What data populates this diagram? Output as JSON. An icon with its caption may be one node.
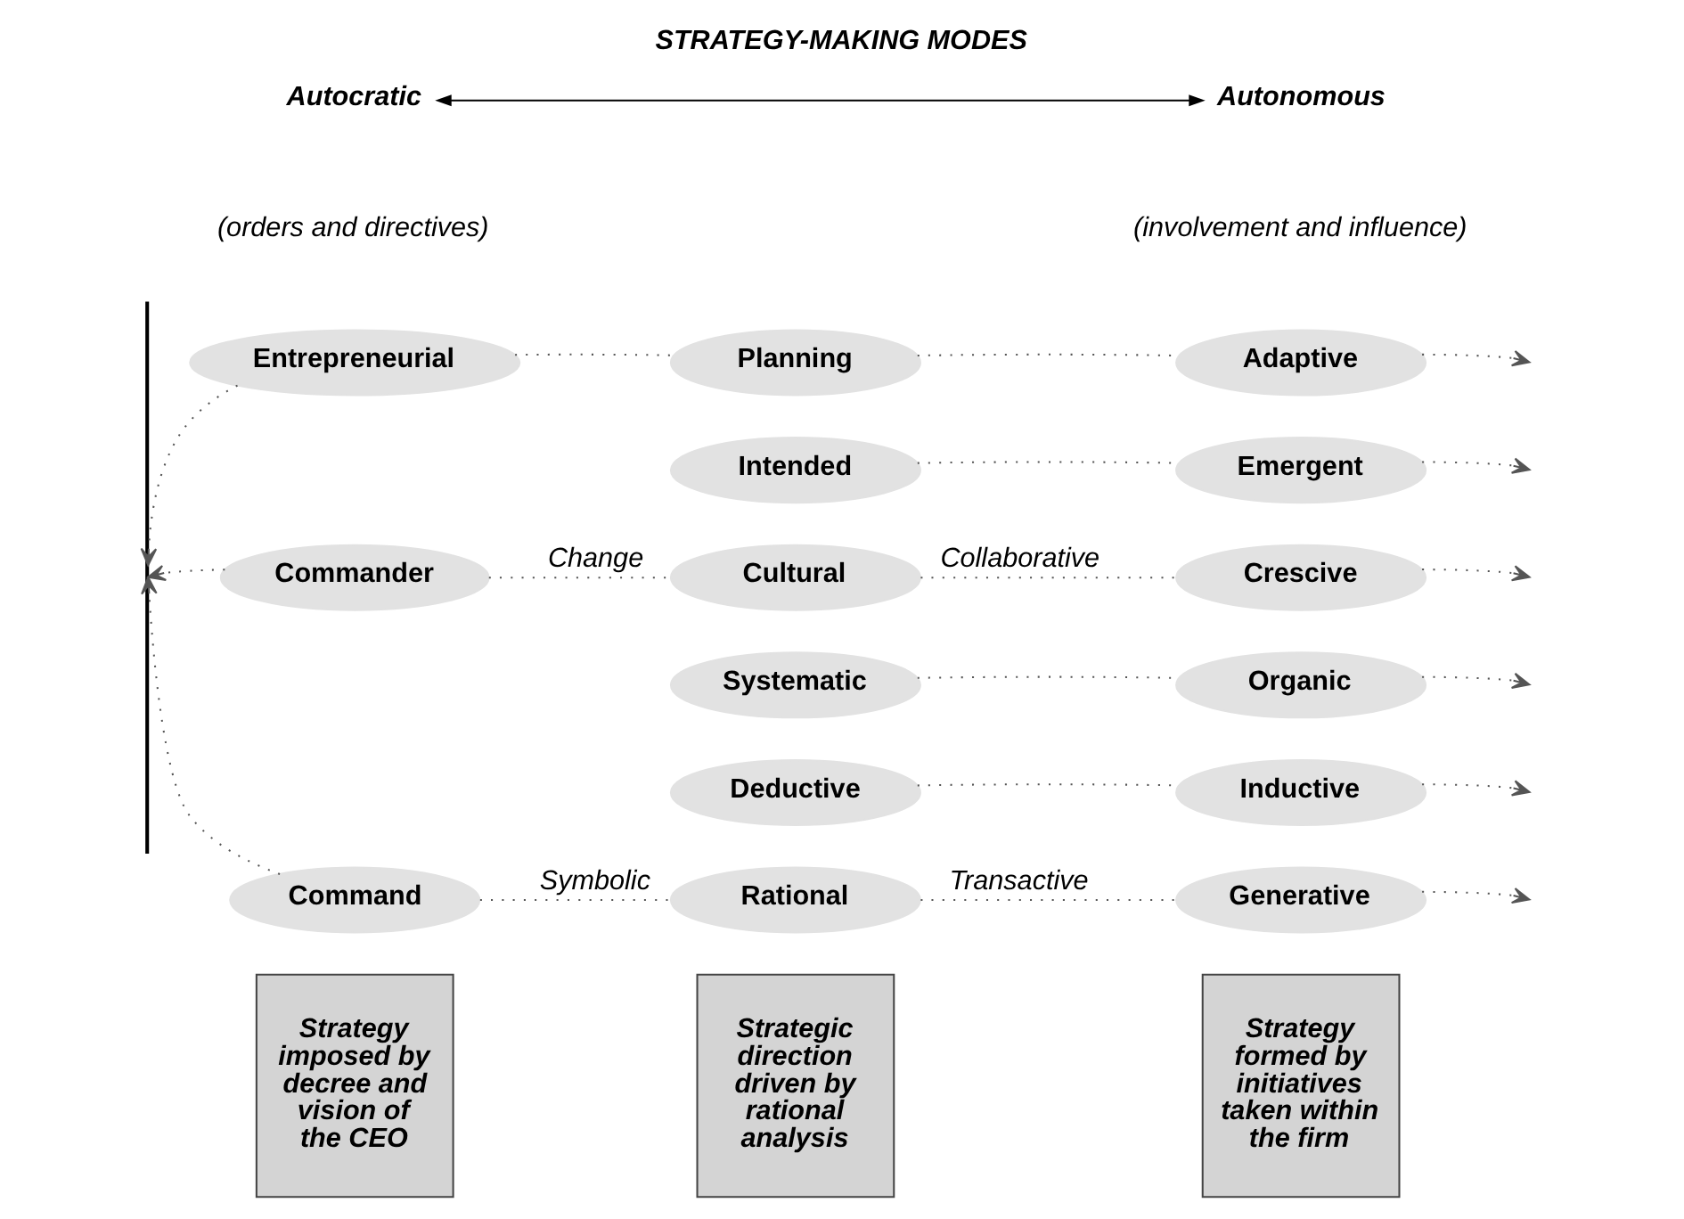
{
  "diagram": {
    "title": "STRATEGY-MAKING MODES",
    "nodes": [
      {
        "text": [
          "Autocratic"
        ]
      },
      {
        "text": [
          "Autonomous"
        ]
      },
      {
        "text": [],
        "shape": "bar"
      },
      {
        "text": [
          "Entrepreneurial"
        ]
      },
      {
        "text": [
          "Planning"
        ]
      },
      {
        "text": [
          "Adaptive"
        ]
      },
      {
        "text": [
          "Intended"
        ]
      },
      {
        "text": [
          "Emergent"
        ]
      },
      {
        "text": [
          "Commander"
        ]
      },
      {
        "text": [
          "Cultural"
        ]
      },
      {
        "text": [
          "Crescive"
        ]
      },
      {
        "text": [
          "Systematic"
        ]
      },
      {
        "text": [
          "Organic"
        ]
      },
      {
        "text": [
          "Deductive"
        ]
      },
      {
        "text": [
          "Inductive"
        ]
      },
      {
        "text": [
          "Command"
        ]
      },
      {
        "text": [
          "Rational"
        ]
      },
      {
        "text": [
          "Generative"
        ]
      },
      {
        "text": [
          "Strategy imposed by decree and vision of the CEO"
        ]
      },
      {
        "text": [
          "Strategic direction driven by rational analysis"
        ]
      },
      {
        "text": [
          "Strategy formed by initiatives taken within the firm"
        ]
      }
    ],
    "edges": [
      {
        "from": 0,
        "to": 1,
        "arrow": "both",
        "color": "#000000"
      },
      {
        "from": 3,
        "to": 2,
        "arrow": "to",
        "style": "dashed"
      },
      {
        "from": 3,
        "to": 4,
        "arrow": "none",
        "style": "dashed"
      },
      {
        "from": 4,
        "to": 5,
        "arrow": "none",
        "style": "dashed"
      },
      {
        "from": 5,
        "to": null,
        "arrow": "to",
        "style": "dashed"
      },
      {
        "from": 6,
        "to": 7,
        "arrow": "none",
        "style": "dashed"
      },
      {
        "from": 7,
        "to": null,
        "arrow": "to",
        "style": "dashed"
      },
      {
        "from": 8,
        "to": 2,
        "arrow": "to",
        "style": "dashed"
      },
      {
        "from": 8,
        "to": 9,
        "arrow": "none",
        "label": "Change",
        "style": "dashed"
      },
      {
        "from": 9,
        "to": 10,
        "arrow": "none",
        "label": "Collaborative",
        "style": "dashed"
      },
      {
        "from": 10,
        "to": null,
        "arrow": "to",
        "style": "dashed"
      },
      {
        "from": 11,
        "to": 12,
        "arrow": "none",
        "style": "dashed"
      },
      {
        "from": 12,
        "to": null,
        "arrow": "to",
        "style": "dashed"
      },
      {
        "from": 13,
        "to": 14,
        "arrow": "none",
        "style": "dashed"
      },
      {
        "from": 14,
        "to": null,
        "arrow": "to",
        "style": "dashed"
      },
      {
        "from": 15,
        "to": 2,
        "arrow": "to",
        "style": "dashed"
      },
      {
        "from": 15,
        "to": 16,
        "arrow": "none",
        "label": "Symbolic",
        "style": "dashed"
      },
      {
        "from": 16,
        "to": 17,
        "arrow": "none",
        "label": "Transactive",
        "style": "dashed"
      },
      {
        "from": 17,
        "to": null,
        "arrow": "to",
        "style": "dashed"
      }
    ],
    "labels": [
      "(orders and directives)",
      "(involvement and influence)"
    ]
  }
}
